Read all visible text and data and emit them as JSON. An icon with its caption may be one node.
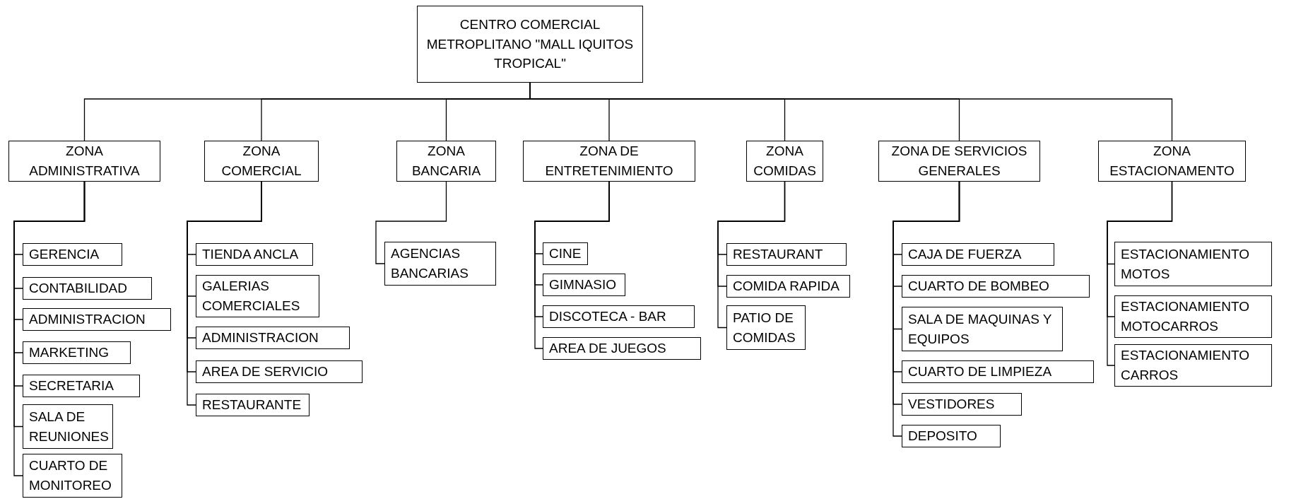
{
  "diagram": {
    "nodes": [
      {
        "text": [
          "CENTRO COMERCIAL METROPLITANO \"MALL IQUITOS TROPICAL\""
        ]
      },
      {
        "text": [
          "ZONA ADMINISTRATIVA"
        ]
      },
      {
        "text": [
          "ZONA COMERCIAL"
        ]
      },
      {
        "text": [
          "ZONA BANCARIA"
        ]
      },
      {
        "text": [
          "ZONA DE ENTRETENIMIENTO"
        ]
      },
      {
        "text": [
          "ZONA COMIDAS"
        ]
      },
      {
        "text": [
          "ZONA DE SERVICIOS GENERALES"
        ]
      },
      {
        "text": [
          "ZONA ESTACIONAMENTO"
        ]
      },
      {
        "text": [
          "GERENCIA"
        ]
      },
      {
        "text": [
          "CONTABILIDAD"
        ]
      },
      {
        "text": [
          "ADMINISTRACION"
        ]
      },
      {
        "text": [
          "MARKETING"
        ]
      },
      {
        "text": [
          "SECRETARIA"
        ]
      },
      {
        "text": [
          "SALA DE REUNIONES"
        ]
      },
      {
        "text": [
          "CUARTO DE MONITOREO"
        ]
      },
      {
        "text": [
          "TIENDA ANCLA"
        ]
      },
      {
        "text": [
          "GALERIAS COMERCIALES"
        ]
      },
      {
        "text": [
          "ADMINISTRACION"
        ]
      },
      {
        "text": [
          "AREA DE SERVICIO"
        ]
      },
      {
        "text": [
          "RESTAURANTE"
        ]
      },
      {
        "text": [
          "AGENCIAS BANCARIAS"
        ]
      },
      {
        "text": [
          "CINE"
        ]
      },
      {
        "text": [
          "GIMNASIO"
        ]
      },
      {
        "text": [
          "DISCOTECA - BAR"
        ]
      },
      {
        "text": [
          "AREA DE JUEGOS"
        ]
      },
      {
        "text": [
          "RESTAURANT"
        ]
      },
      {
        "text": [
          "COMIDA RAPIDA"
        ]
      },
      {
        "text": [
          "PATIO DE COMIDAS"
        ]
      },
      {
        "text": [
          "CAJA DE FUERZA"
        ]
      },
      {
        "text": [
          "CUARTO DE BOMBEO"
        ]
      },
      {
        "text": [
          "SALA DE MAQUINAS Y EQUIPOS"
        ]
      },
      {
        "text": [
          "CUARTO DE LIMPIEZA"
        ]
      },
      {
        "text": [
          "VESTIDORES"
        ]
      },
      {
        "text": [
          "DEPOSITO"
        ]
      },
      {
        "text": [
          "ESTACIONAMIENTO MOTOS"
        ]
      },
      {
        "text": [
          "ESTACIONAMIENTO MOTOCARROS"
        ]
      },
      {
        "text": [
          "ESTACIONAMIENTO CARROS"
        ]
      }
    ],
    "edges": [
      {
        "from": 0,
        "to": 1,
        "arrow": "none"
      },
      {
        "from": 0,
        "to": 2,
        "arrow": "none"
      },
      {
        "from": 0,
        "to": 3,
        "arrow": "none"
      },
      {
        "from": 0,
        "to": 4,
        "arrow": "none"
      },
      {
        "from": 0,
        "to": 5,
        "arrow": "none"
      },
      {
        "from": 0,
        "to": 6,
        "arrow": "none"
      },
      {
        "from": 0,
        "to": 7,
        "arrow": "none"
      },
      {
        "from": 1,
        "to": 8,
        "arrow": "none"
      },
      {
        "from": 1,
        "to": 9,
        "arrow": "none"
      },
      {
        "from": 1,
        "to": 10,
        "arrow": "none"
      },
      {
        "from": 1,
        "to": 11,
        "arrow": "none"
      },
      {
        "from": 1,
        "to": 12,
        "arrow": "none"
      },
      {
        "from": 1,
        "to": 13,
        "arrow": "none"
      },
      {
        "from": 1,
        "to": 14,
        "arrow": "none"
      },
      {
        "from": 2,
        "to": 15,
        "arrow": "none"
      },
      {
        "from": 2,
        "to": 16,
        "arrow": "none"
      },
      {
        "from": 2,
        "to": 17,
        "arrow": "none"
      },
      {
        "from": 2,
        "to": 18,
        "arrow": "none"
      },
      {
        "from": 2,
        "to": 19,
        "arrow": "none"
      },
      {
        "from": 3,
        "to": 20,
        "arrow": "none"
      },
      {
        "from": 4,
        "to": 21,
        "arrow": "none"
      },
      {
        "from": 4,
        "to": 22,
        "arrow": "none"
      },
      {
        "from": 4,
        "to": 23,
        "arrow": "none"
      },
      {
        "from": 4,
        "to": 24,
        "arrow": "none"
      },
      {
        "from": 5,
        "to": 25,
        "arrow": "none"
      },
      {
        "from": 5,
        "to": 26,
        "arrow": "none"
      },
      {
        "from": 5,
        "to": 27,
        "arrow": "none"
      },
      {
        "from": 6,
        "to": 28,
        "arrow": "none"
      },
      {
        "from": 6,
        "to": 29,
        "arrow": "none"
      },
      {
        "from": 6,
        "to": 30,
        "arrow": "none"
      },
      {
        "from": 6,
        "to": 31,
        "arrow": "none"
      },
      {
        "from": 6,
        "to": 32,
        "arrow": "none"
      },
      {
        "from": 6,
        "to": 33,
        "arrow": "none"
      },
      {
        "from": 7,
        "to": 34,
        "arrow": "none"
      },
      {
        "from": 7,
        "to": 35,
        "arrow": "none"
      },
      {
        "from": 7,
        "to": 36,
        "arrow": "none"
      }
    ]
  }
}
